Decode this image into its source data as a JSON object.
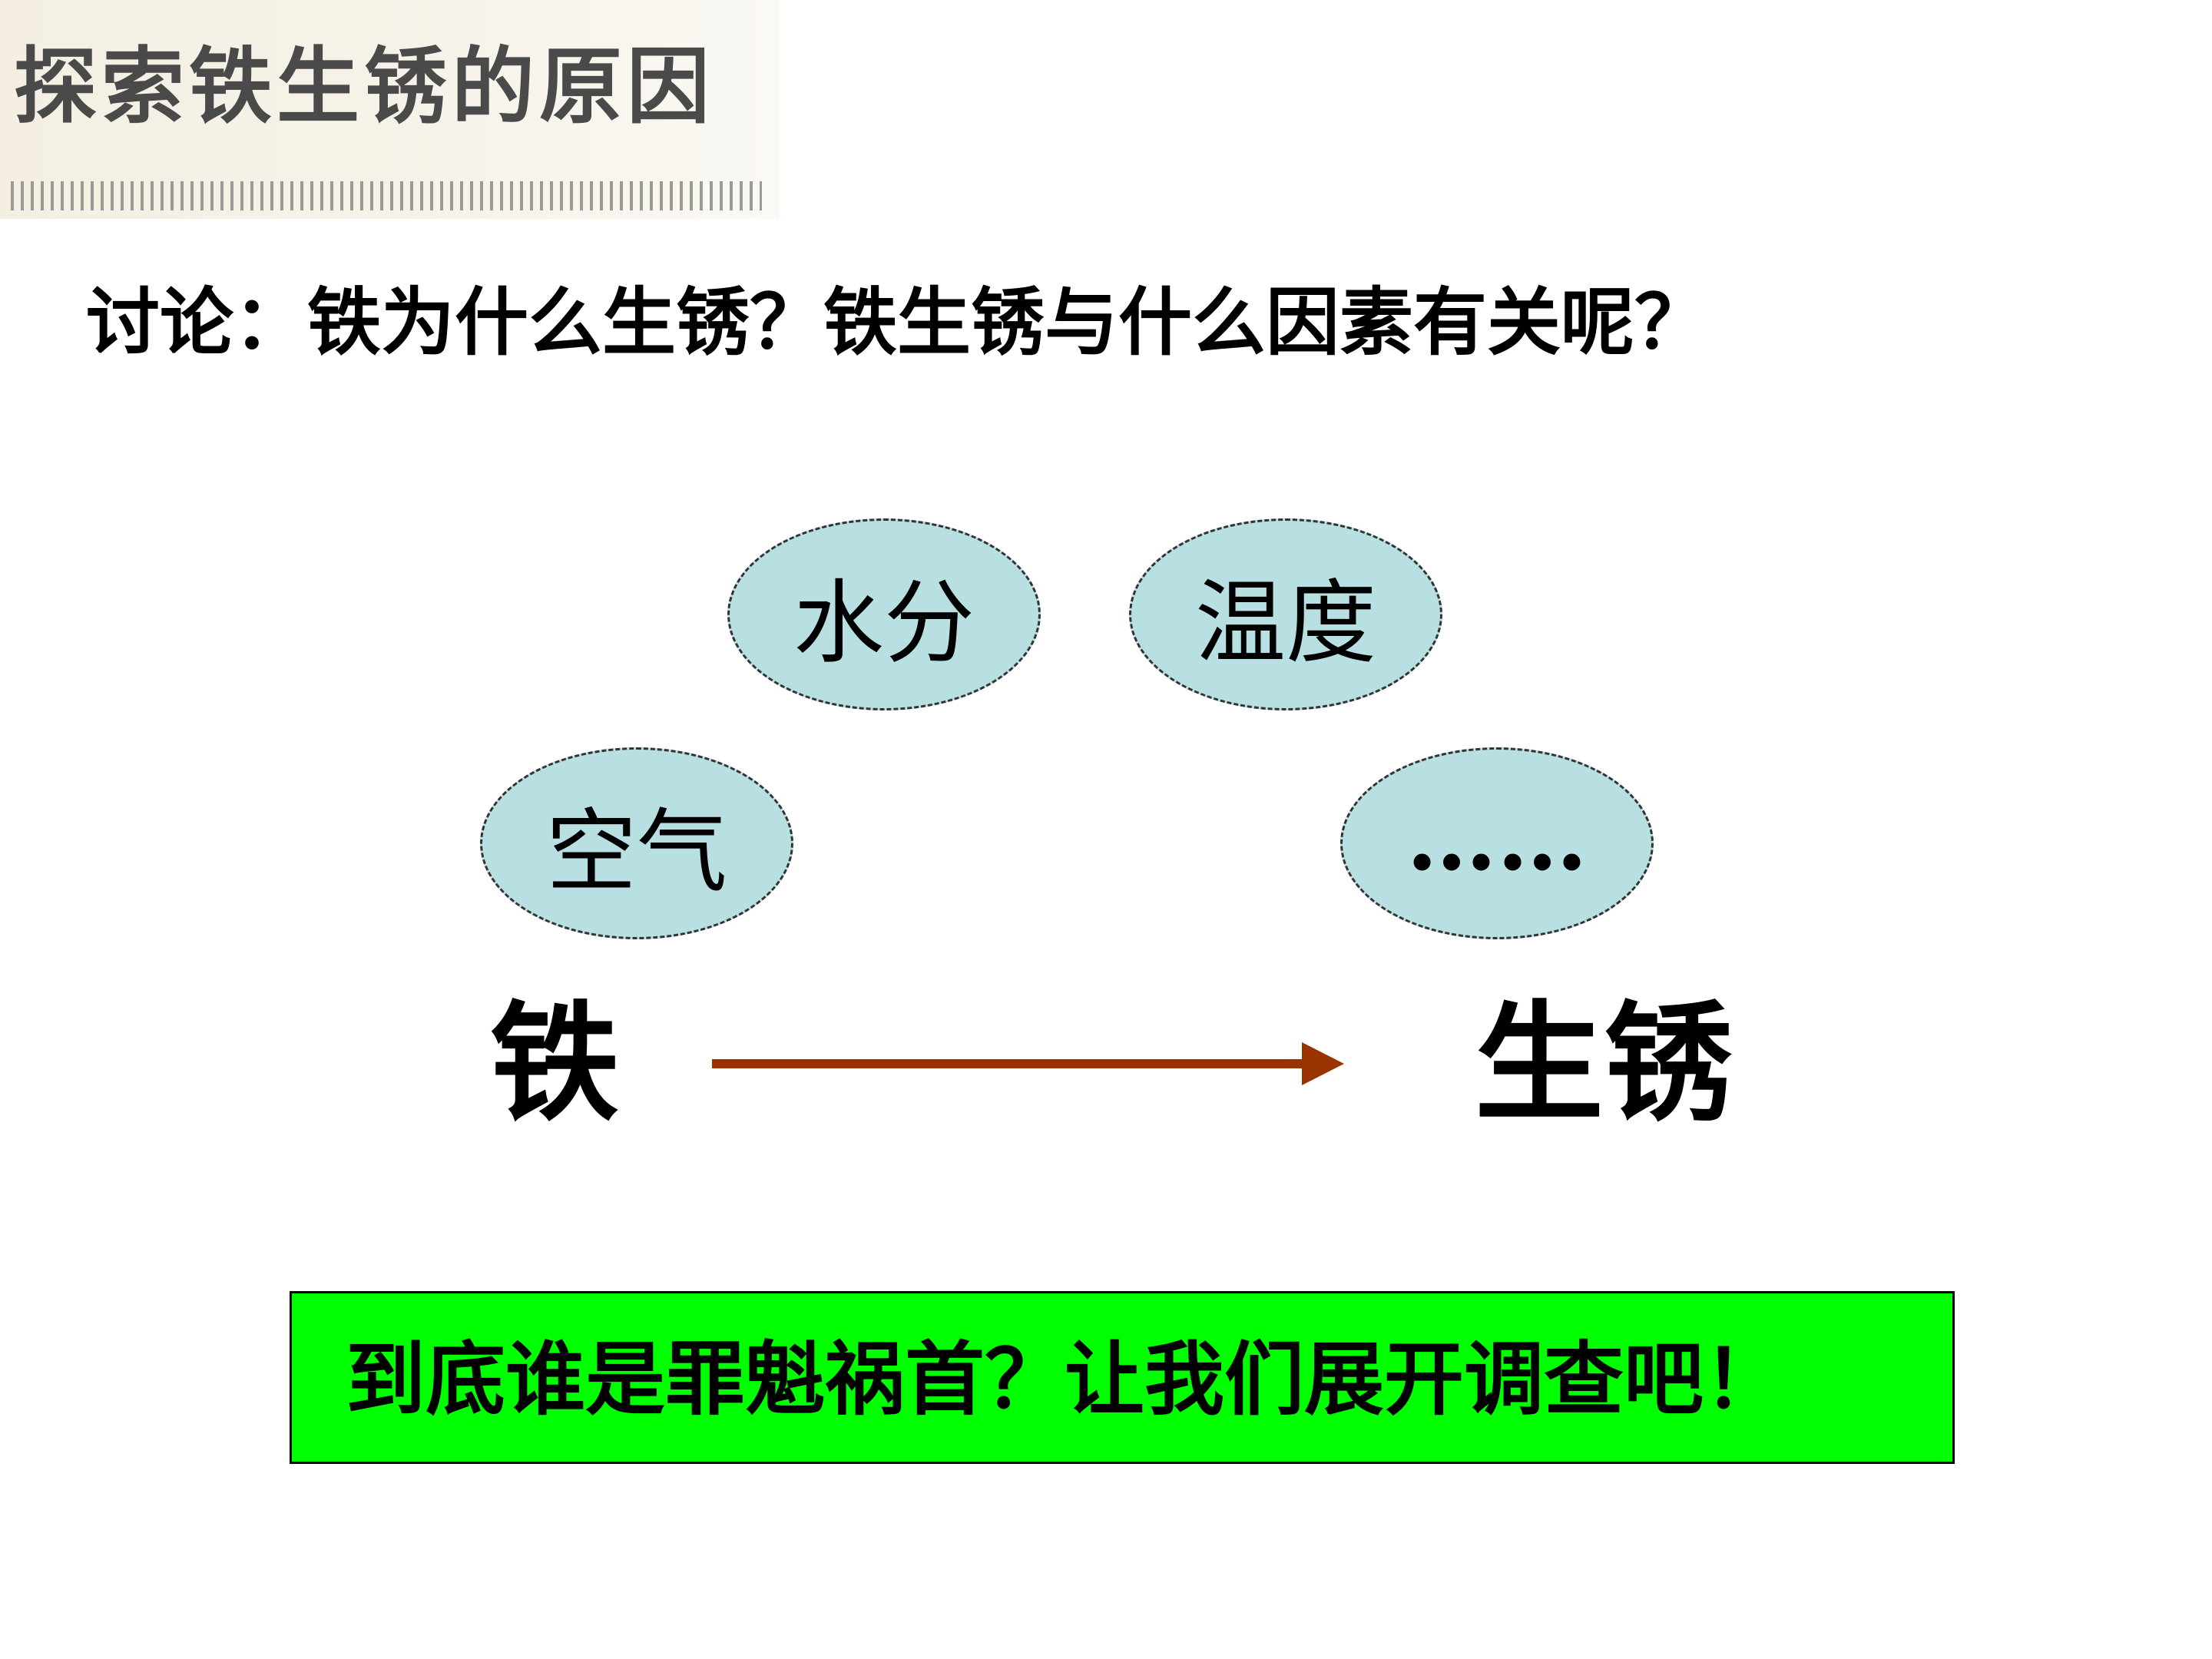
{
  "header": {
    "title": "探索铁生锈的原因"
  },
  "question": "讨论：铁为什么生锈？铁生锈与什么因素有关呢？",
  "factors": [
    {
      "label": "水分"
    },
    {
      "label": "温度"
    },
    {
      "label": "空气"
    },
    {
      "label": "……"
    }
  ],
  "reaction": {
    "from": "铁",
    "to": "生锈"
  },
  "callout": {
    "text": "到底谁是罪魁祸首？让我们展开调查吧！"
  },
  "colors": {
    "factor_fill": "#b8dfe2",
    "arrow": "#993300",
    "callout_fill": "#00ff00",
    "title_text": "#4a4a4a"
  }
}
